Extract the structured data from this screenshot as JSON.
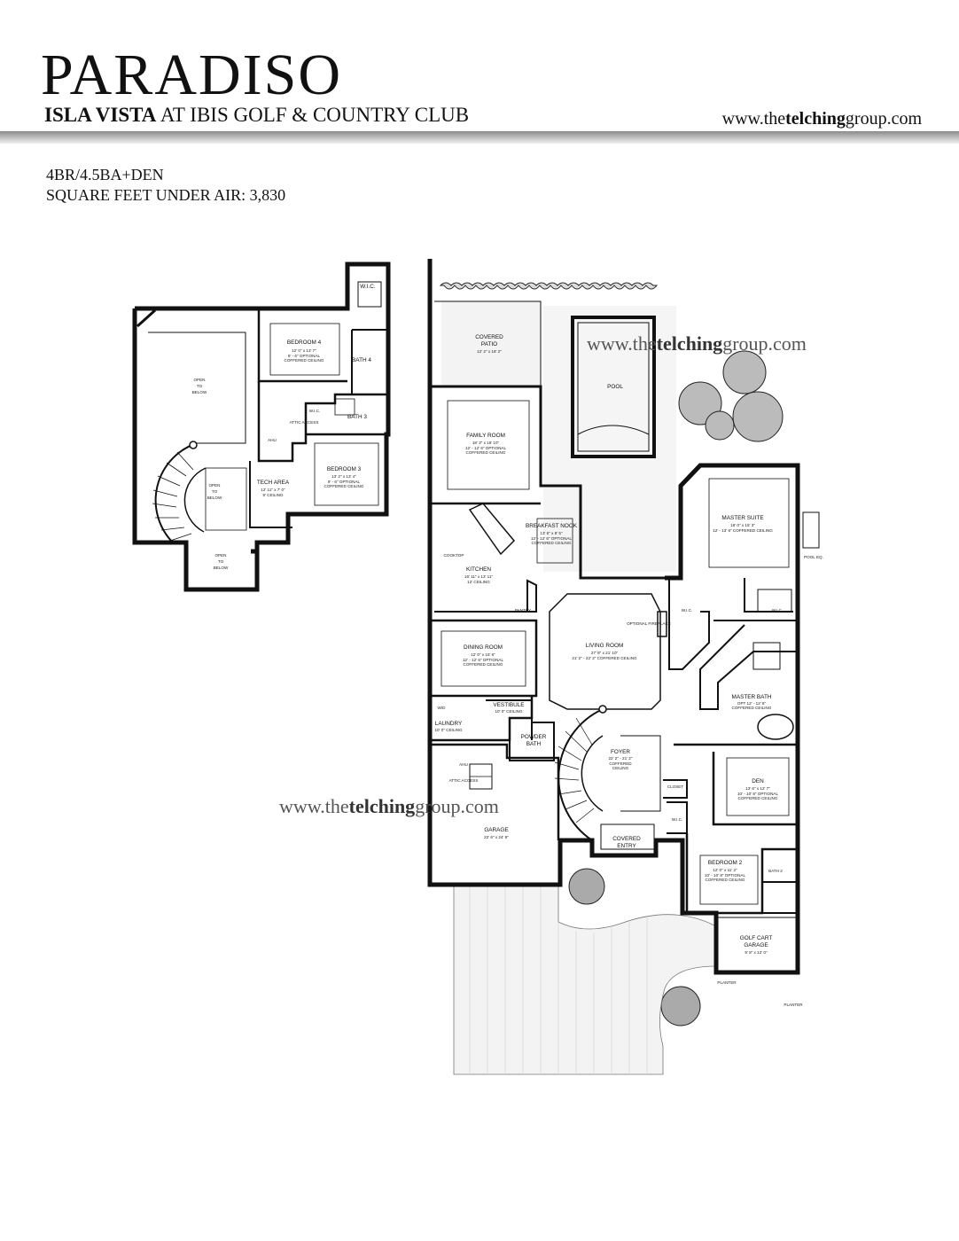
{
  "header": {
    "title": "PARADISO",
    "subtitle_bold": "ISLA VISTA",
    "subtitle_rest": "AT IBIS GOLF & COUNTRY CLUB",
    "website_pre": "www.the",
    "website_bold": "telching",
    "website_post": "group.com"
  },
  "specs": {
    "bed_bath": "4BR/4.5BA+DEN",
    "square_feet": "SQUARE FEET UNDER AIR: 3,830"
  },
  "watermark": {
    "pre": "www.the",
    "bold": "telching",
    "post": "group.com"
  },
  "second_floor": {
    "wic_top": "W.I.C.",
    "bedroom4": {
      "name": "BEDROOM 4",
      "dims": "12' 0\" x 13' 7\"",
      "note1": "9' - 6\" OPTIONAL",
      "note2": "COFFERED CEILING"
    },
    "bath4": "BATH 4",
    "open_below_1": {
      "l1": "OPEN",
      "l2": "TO",
      "l3": "BELOW"
    },
    "wic2": "W.I.C.",
    "attic_access": "ATTIC ACCESS",
    "bath3": "BATH 3",
    "ahu": "AHU",
    "bedroom3": {
      "name": "BEDROOM 3",
      "dims": "13' 2\" x 13' 4\"",
      "note1": "9' - 6\" OPTIONAL",
      "note2": "COFFERED CEILING"
    },
    "tech_area": {
      "name": "TECH AREA",
      "dims": "12' 11\" x 7' 0\"",
      "note": "8' CEILING"
    },
    "open_below_2": {
      "l1": "OPEN",
      "l2": "TO",
      "l3": "BELOW"
    },
    "open_below_3": {
      "l1": "OPEN",
      "l2": "TO",
      "l3": "BELOW"
    }
  },
  "first_floor": {
    "covered_patio": {
      "name": "COVERED",
      "name2": "PATIO",
      "dims": "12' 2\" x 18' 2\""
    },
    "pool": "POOL",
    "family_room": {
      "name": "FAMILY ROOM",
      "dims": "18' 3\" x 16' 10\"",
      "note1": "12' - 12' 6\" OPTIONAL",
      "note2": "COFFERED CEILING"
    },
    "breakfast_nook": {
      "name": "BREAKFAST NOOK",
      "dims": "13' 6\" x 8' 5\"",
      "note1": "12' - 12' 6\" OPTIONAL",
      "note2": "COFFERED CEILING"
    },
    "kitchen": {
      "name": "KITCHEN",
      "dims": "16' 11\" x 13' 11\"",
      "note": "12' CEILING"
    },
    "cooktop": "COOKTOP",
    "pantry": "PANTRY",
    "master_suite": {
      "name": "MASTER SUITE",
      "dims": "18' 0\" x 15' 3\"",
      "note": "12' - 13' 6\" COFFERED CEILING"
    },
    "pool_eq": "POOL EQ.",
    "wic_a": "W.I.C.",
    "wic_b": "W.I.C.",
    "living_room": {
      "name": "LIVING ROOM",
      "dims": "27' 8\" x 21' 10\"",
      "note": "21' 2\" - 22' 2\" COFFERED CEILING"
    },
    "optional_fireplace": "OPTIONAL FIREPLACE",
    "dining_room": {
      "name": "DINING ROOM",
      "dims": "12' 0\" x 15' 6\"",
      "note1": "12' - 12' 6\" OPTIONAL",
      "note2": "COFFERED CEILING"
    },
    "master_bath": {
      "name": "MASTER BATH",
      "note1": "OPT 12' - 12' 6\"",
      "note2": "COFFERED CEILING"
    },
    "vestibule": {
      "name": "VESTIBULE",
      "note": "10' 0\" CEILING"
    },
    "laundry": {
      "name": "LAUNDRY",
      "note": "10' 0\" CEILING"
    },
    "powder_bath": {
      "name": "POWDER",
      "name2": "BATH"
    },
    "foyer": {
      "name": "FOYER",
      "dims": "22' 2\" - 21' 2\"",
      "note1": "COFFERED",
      "note2": "CEILING"
    },
    "den": {
      "name": "DEN",
      "dims": "13' 6\" x 12' 7\"",
      "note1": "10' - 10' 8\" OPTIONAL",
      "note2": "COFFERED CEILING"
    },
    "closet": "CLOSET",
    "wic_c": "W.I.C.",
    "garage": {
      "name": "GARAGE",
      "dims": "22' 6\" x 24' 9\""
    },
    "covered_entry": {
      "name": "COVERED",
      "name2": "ENTRY"
    },
    "bedroom2": {
      "name": "BEDROOM 2",
      "dims": "12' 0\" x 11' 2\"",
      "note1": "10' - 10' 8\" OPTIONAL",
      "note2": "COFFERED CEILING"
    },
    "bath2": "BATH 2",
    "golf_cart_garage": {
      "name": "GOLF CART",
      "name2": "GARAGE",
      "dims": "9' 8\" x 12' 0\""
    },
    "attic_access": "ATTIC ACCESS",
    "ahu": "AHU",
    "wd": "W/D",
    "planter": "PLANTER"
  }
}
